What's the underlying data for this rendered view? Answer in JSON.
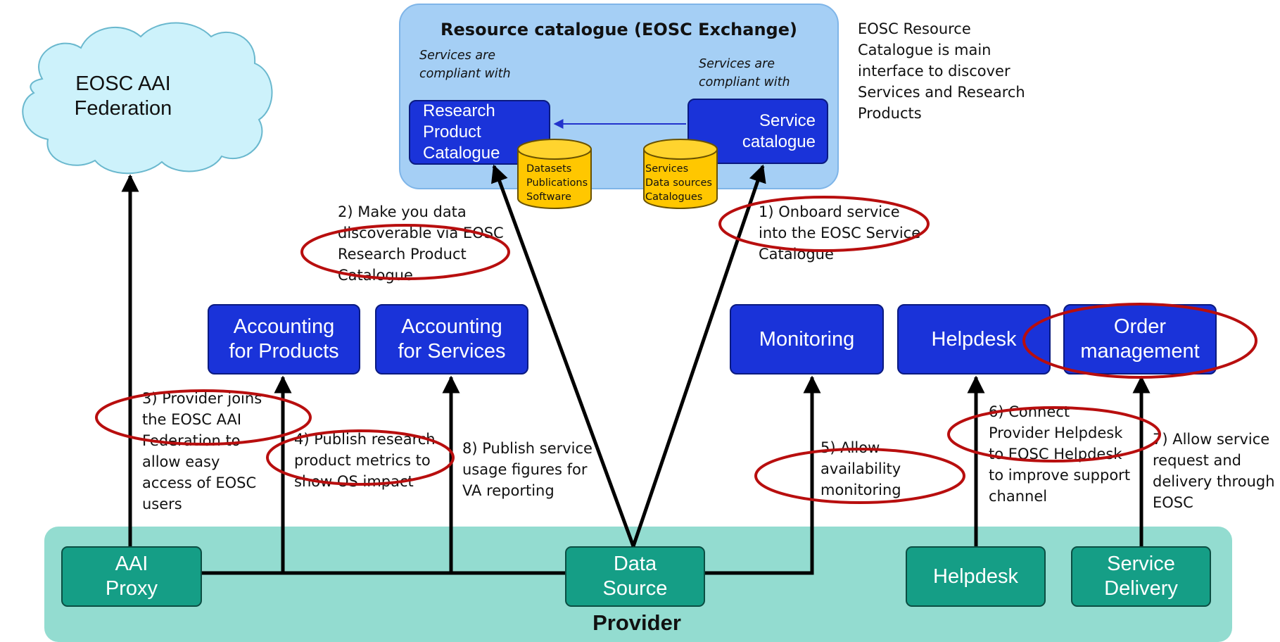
{
  "aai_federation": "EOSC AAI\nFederation",
  "catalogue": {
    "title": "Resource catalogue (EOSC Exchange)",
    "left_italic": "Services are\ncompliant with",
    "right_italic": "Services are\ncompliant with",
    "research_product": "Research\nProduct\nCatalogue",
    "service_catalogue": "Service\ncatalogue",
    "cyl_left": "Datasets\nPublications\nSoftware",
    "cyl_right": "Services\nData sources\nCatalogues"
  },
  "side_note": "EOSC Resource\nCatalogue is main\ninterface to discover\nServices and Research\nProducts",
  "services": {
    "acc_products": "Accounting\nfor Products",
    "acc_services": "Accounting\nfor Services",
    "monitoring": "Monitoring",
    "helpdesk": "Helpdesk",
    "order": "Order\nmanagement"
  },
  "provider": {
    "label": "Provider",
    "aai_proxy": "AAI\nProxy",
    "data_source": "Data\nSource",
    "helpdesk": "Helpdesk",
    "service_delivery": "Service\nDelivery"
  },
  "steps": {
    "s1": "1) Onboard service\ninto the EOSC Service\nCatalogue",
    "s2": "2) Make you data\ndiscoverable via EOSC\nResearch Product\nCatalogue",
    "s3": "3) Provider joins\nthe EOSC AAI\nFederation to\nallow easy\naccess of EOSC\nusers",
    "s4": "4) Publish research\nproduct  metrics to\nshow  OS impact",
    "s5": "5) Allow\navailability\nmonitoring",
    "s6": "6) Connect\nProvider Helpdesk\nto EOSC Helpdesk\nto improve support\nchannel",
    "s7": "7) Allow service\nrequest and\ndelivery through\nEOSC",
    "s8": "8) Publish service\nusage  figures for\nVA reporting"
  },
  "colors": {
    "service_blue": "#1a33d9",
    "provider_green": "#159e86",
    "catalogue_bg": "#a5cff5",
    "cylinder": "#ffc700",
    "highlight": "#b80e0e"
  }
}
